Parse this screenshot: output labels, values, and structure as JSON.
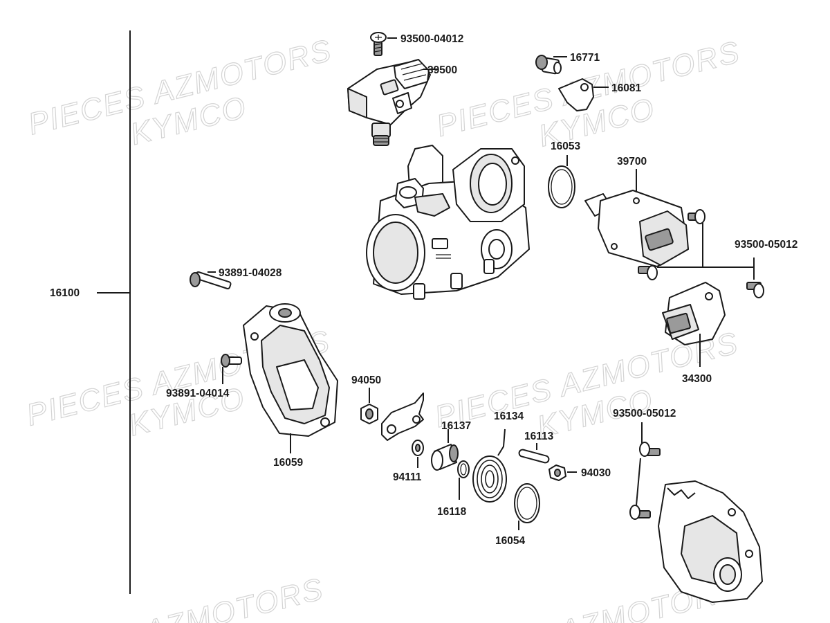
{
  "watermark": {
    "line1": "PIECES AZMOTORS",
    "line2": "KYMCO",
    "bottom": "AZMOTORS"
  },
  "labels": {
    "p16100": "16100",
    "p93500_04012": "93500-04012",
    "p39500": "39500",
    "p16771": "16771",
    "p16081": "16081",
    "p16053": "16053",
    "p39700": "39700",
    "p93500_05012_a": "93500-05012",
    "p93891_04028": "93891-04028",
    "p93891_04014": "93891-04014",
    "p16059": "16059",
    "p34300": "34300",
    "p94050": "94050",
    "p94111": "94111",
    "p16137": "16137",
    "p16118": "16118",
    "p16134": "16134",
    "p16113": "16113",
    "p94030": "94030",
    "p16054": "16054",
    "p93500_05012_b": "93500-05012"
  }
}
